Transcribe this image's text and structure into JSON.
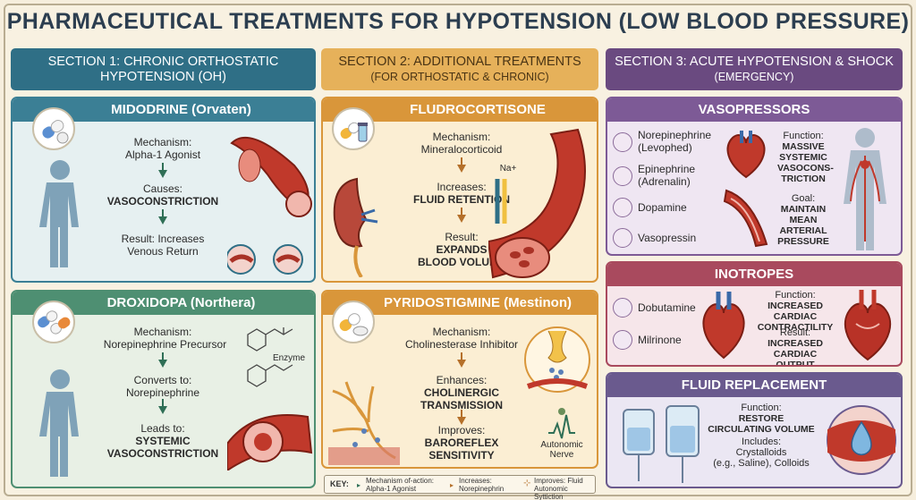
{
  "title": "PHARMACEUTICAL TREATMENTS FOR HYPOTENSION (LOW BLOOD PRESSURE)",
  "sections": [
    {
      "title": "SECTION 1: CHRONIC ORTHOSTATIC",
      "sub": "HYPOTENSION (OH)"
    },
    {
      "title": "SECTION 2: ADDITIONAL TREATMENTS",
      "sub": "(FOR ORTHOSTATIC & CHRONIC)"
    },
    {
      "title": "SECTION 3: ACUTE HYPOTENSION & SHOCK",
      "sub": "(EMERGENCY)"
    }
  ],
  "midodrine": {
    "title": "MIDODRINE (Orvaten)",
    "mech_label": "Mechanism:",
    "mech": "Alpha-1 Agonist",
    "causes_label": "Causes:",
    "causes": "VASOCONSTRICTION",
    "result_label": "Result: Increases",
    "result": "Venous Return"
  },
  "droxidopa": {
    "title": "DROXIDOPA (Northera)",
    "mech_label": "Mechanism:",
    "mech": "Norepinephrine Precursor",
    "conv_label": "Converts to:",
    "conv": "Norepinephrine",
    "leads_label": "Leads to:",
    "leads1": "SYSTEMIC",
    "leads2": "VASOCONSTRICTION",
    "enzyme": "Enzyme"
  },
  "fludro": {
    "title": "FLUDROCORTISONE",
    "mech_label": "Mechanism:",
    "mech": "Mineralocorticoid",
    "inc_label": "Increases:",
    "inc": "FLUID RETENTION",
    "res_label": "Result:",
    "res1": "EXPANDS",
    "res2": "BLOOD VOLUME",
    "na": "Na+"
  },
  "pyrido": {
    "title": "PYRIDOSTIGMINE (Mestinon)",
    "mech_label": "Mechanism:",
    "mech": "Cholinesterase Inhibitor",
    "enh_label": "Enhances:",
    "enh1": "CHOLINERGIC",
    "enh2": "TRANSMISSION",
    "imp_label": "Improves:",
    "imp1": "BAROREFLEX",
    "imp2": "SENSITIVITY",
    "nerve1": "Autonomic",
    "nerve2": "Nerve"
  },
  "vasopressors": {
    "title": "VASOPRESSORS",
    "drugs": [
      "Norepinephrine (Levophed)",
      "Epinephrine (Adrenalin)",
      "Dopamine",
      "Vasopressin"
    ],
    "func_label": "Function:",
    "func": "MASSIVE SYSTEMIC VASOCONS- TRICTION",
    "goal_label": "Goal:",
    "goal": "MAINTAIN MEAN ARTERIAL PRESSURE"
  },
  "inotropes": {
    "title": "INOTROPES",
    "drugs": [
      "Dobutamine",
      "Milrinone"
    ],
    "func_label": "Function:",
    "func": "INCREASED CARDIAC CONTRACTILITY",
    "res_label": "Result:",
    "res": "INCREASED CARDIAC OUTPUT"
  },
  "fluid": {
    "title": "FLUID REPLACEMENT",
    "func_label": "Function:",
    "func": "RESTORE CIRCULATING VOLUME",
    "inc_label": "Includes:",
    "inc1": "Crystalloids",
    "inc2": "(e.g., Saline), Colloids"
  },
  "key": {
    "label": "KEY:",
    "k1a": "Mechanism of-action:",
    "k1b": "Alpha-1 Agonist",
    "k2a": "Increases:",
    "k2b": "Norepinephrin",
    "k3a": "Improves: Fluid",
    "k3b": "Autonomic Syttiction"
  },
  "colors": {
    "section1": "#2f6f86",
    "section2": "#e6b15a",
    "section3": "#6a4a80",
    "vessel": "#c0392b"
  }
}
